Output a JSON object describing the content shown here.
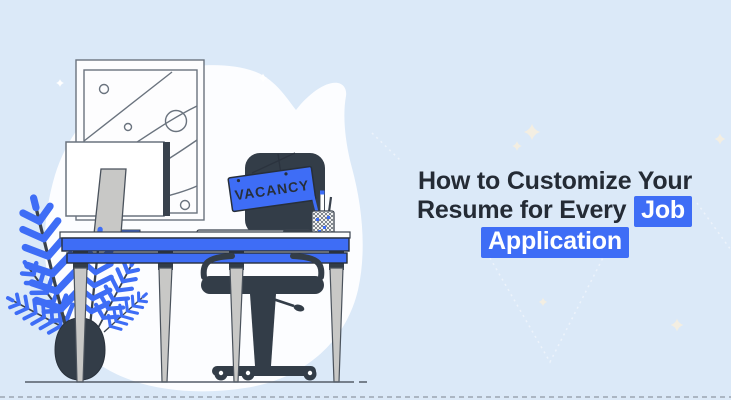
{
  "banner": {
    "headline": {
      "prefix": "How to Customize Your Resume for Every",
      "highlight_word_1": "Job",
      "highlight_word_2": "Application"
    },
    "illustration": {
      "vacancy_sign_label": "VACANCY"
    },
    "colors": {
      "background": "#dbe9f8",
      "blob_white": "#fcfdff",
      "accent_blue": "#3e6df6",
      "dark_navy": "#333d48",
      "outline_gray": "#6a737e",
      "leg_gray": "#c8c8c6",
      "headline_text": "#242b35",
      "highlight_text": "#ffffff",
      "sparkle_cream": "#f3eee2",
      "ground_line": "#545d68",
      "dashed_border": "#9ba6b1"
    }
  }
}
